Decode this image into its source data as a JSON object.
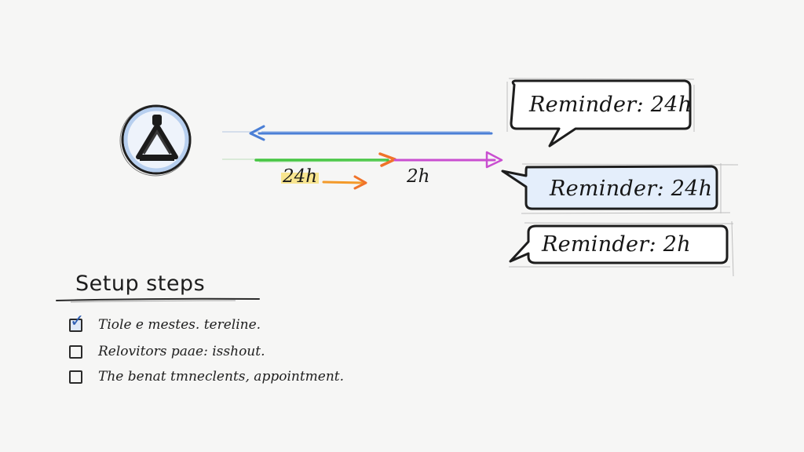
{
  "diagram": {
    "arrows": [
      {
        "label": "24h",
        "color": "#f39a2b"
      },
      {
        "label": "2h",
        "color": "#c94fd0"
      }
    ],
    "arrow_colors": {
      "return": "#4b7fd6",
      "green": "#45c542",
      "orange": "#f0732a",
      "magenta": "#c94fd0",
      "small": "#f39a2b"
    },
    "bubbles": [
      {
        "text": "Reminder: 24h",
        "fill": "#ffffff"
      },
      {
        "text": "Reminder: 24h",
        "fill": "#e4eefb"
      },
      {
        "text": "Reminder: 2h",
        "fill": "#ffffff"
      }
    ],
    "icon": {
      "name": "appointment-logo-icon",
      "accent": "#a9c6ec"
    }
  },
  "setup": {
    "title": "Setup steps",
    "steps": [
      {
        "text": "Tiole e mestes. tereline.",
        "checked": true
      },
      {
        "text": "Relovitors paae: isshout.",
        "checked": false
      },
      {
        "text": "The benat tmneclents, appointment.",
        "checked": false
      }
    ]
  }
}
